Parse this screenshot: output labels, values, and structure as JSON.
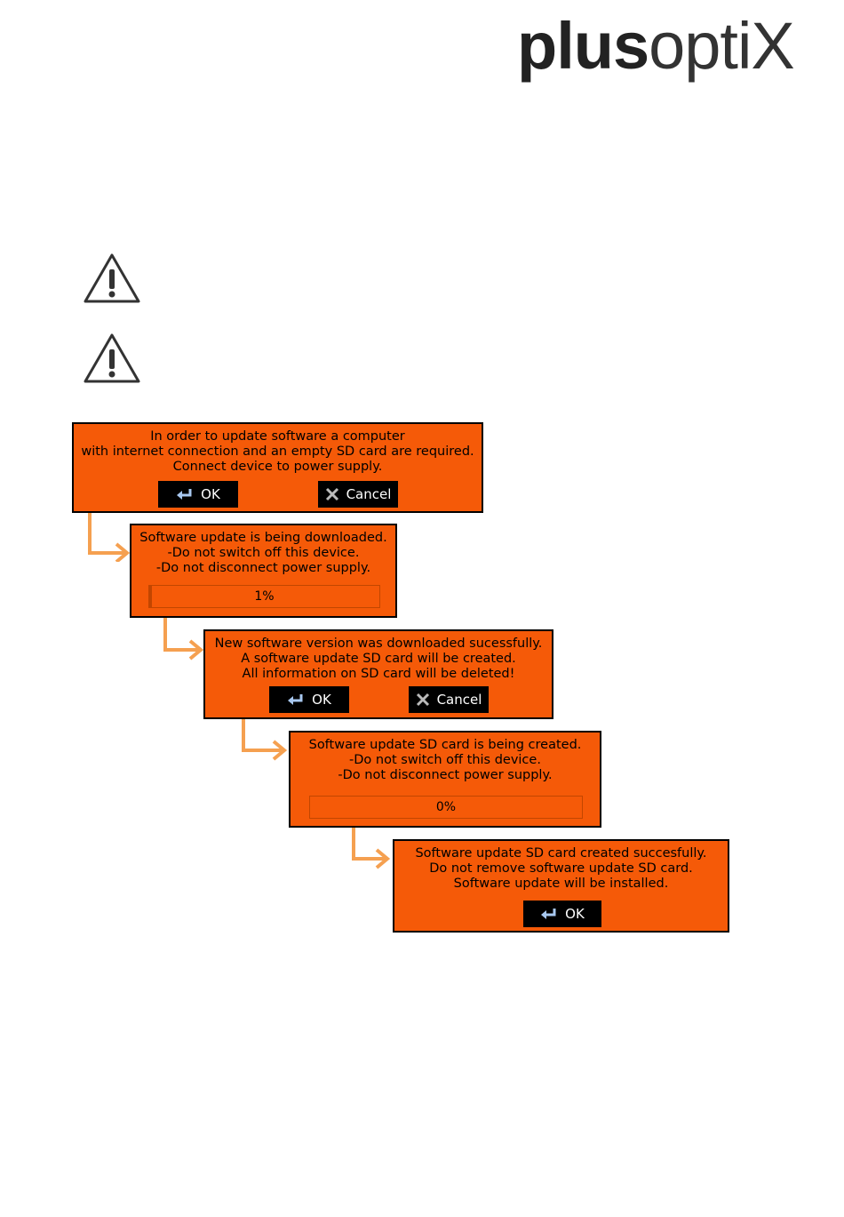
{
  "brand": {
    "logo_bold": "plus",
    "logo_light": "optiX"
  },
  "colors": {
    "dialog": "#f55a08",
    "arrow": "#f5a050",
    "button": "#000000"
  },
  "warnings": [
    {
      "icon": "warning-triangle-icon"
    },
    {
      "icon": "warning-triangle-icon"
    }
  ],
  "dialogs": {
    "d1": {
      "lines": [
        "In order to update software a computer",
        "with internet connection and an empty SD card are required.",
        "Connect device to power supply."
      ],
      "ok": "OK",
      "cancel": "Cancel"
    },
    "d2": {
      "lines": [
        "Software update is being downloaded.",
        "-Do not switch off this device.",
        "-Do not disconnect power supply."
      ],
      "progress_label": "1%",
      "progress": 0.01
    },
    "d3": {
      "lines": [
        "New software version was downloaded sucessfully.",
        "A software update SD card will be created.",
        "All information on SD card will be deleted!"
      ],
      "ok": "OK",
      "cancel": "Cancel"
    },
    "d4": {
      "lines": [
        "Software update SD card is being created.",
        "-Do not switch off this device.",
        "-Do not disconnect power supply."
      ],
      "progress_label": "0%",
      "progress": 0.0
    },
    "d5": {
      "lines": [
        "Software update SD card created succesfully.",
        "Do not remove software update SD card.",
        "Software update will be installed."
      ],
      "ok": "OK"
    }
  }
}
